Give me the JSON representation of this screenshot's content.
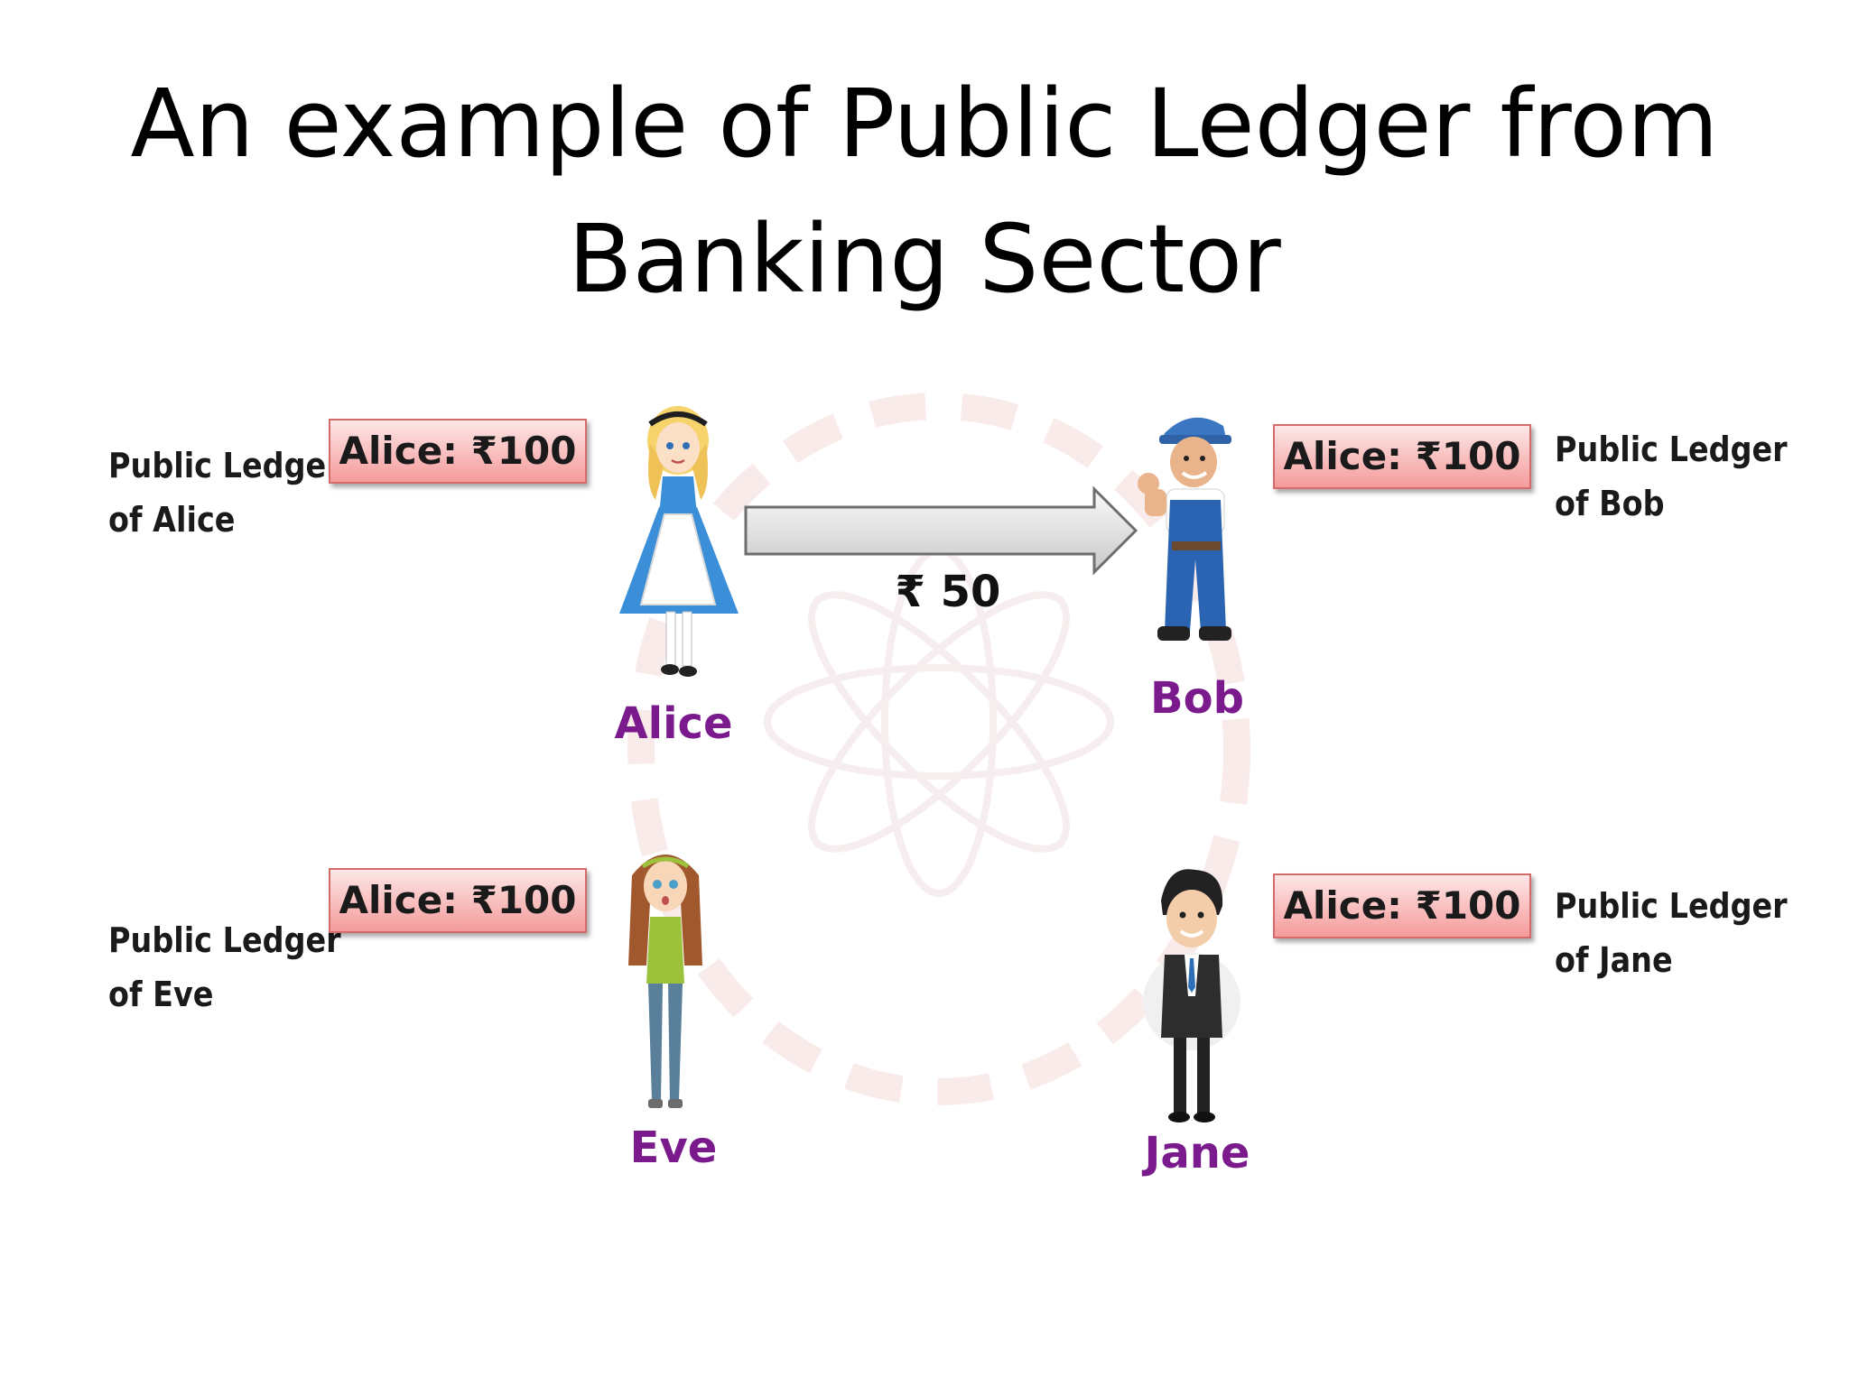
{
  "title": {
    "line1": "An example of Public Ledger from",
    "line2": "Banking Sector"
  },
  "ledgers": {
    "alice": {
      "label_line1": "Public Ledger",
      "label_line2": "of Alice",
      "entry": "Alice: ₹100"
    },
    "bob": {
      "label_line1": "Public Ledger",
      "label_line2": "of Bob",
      "entry": "Alice: ₹100"
    },
    "eve": {
      "label_line1": "Public Ledger",
      "label_line2": "of Eve",
      "entry": "Alice: ₹100"
    },
    "jane": {
      "label_line1": "Public Ledger",
      "label_line2": "of Jane",
      "entry": "Alice: ₹100"
    }
  },
  "people": {
    "alice": "Alice",
    "bob": "Bob",
    "eve": "Eve",
    "jane": "Jane"
  },
  "transfer": {
    "amount": "₹ 50",
    "from": "Alice",
    "to": "Bob"
  },
  "colors": {
    "name_text": "#7a1a8c",
    "ledger_box_top": "#fde7e7",
    "ledger_box_bottom": "#f59b9b",
    "arrow_fill": "#e6e6e6"
  }
}
